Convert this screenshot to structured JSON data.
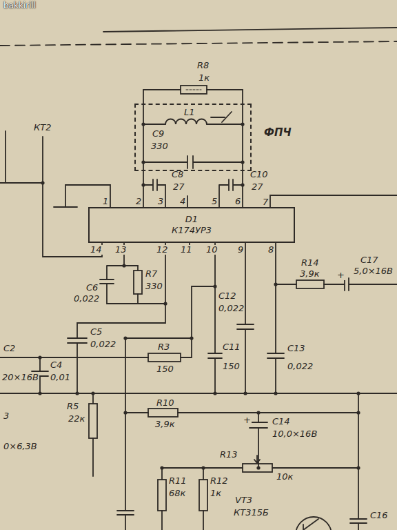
{
  "diagram": {
    "nodes": [
      {
        "text": [
          "ФПЧ"
        ]
      },
      {
        "text": [
          "D1",
          "К174УР3"
        ]
      }
    ],
    "labels": [
      "bakkirill",
      "КТ2",
      "R8",
      "1к",
      "L1",
      "С9",
      "330",
      "С8",
      "27",
      "С10",
      "27",
      "1",
      "2",
      "3",
      "4",
      "5",
      "6",
      "7",
      "14",
      "13",
      "12",
      "11",
      "10",
      "9",
      "8",
      "С6",
      "0,022",
      "R7",
      "330",
      "С12",
      "0,022",
      "R14",
      "3,9к",
      "С17",
      "5,0×16В",
      "+",
      "С5",
      "0,022",
      "С2",
      "20×16В",
      "С4",
      "0,01",
      "R3",
      "150",
      "С11",
      "150",
      "С13",
      "0,022",
      "R5",
      "22к",
      "3",
      "0×6,3В",
      "R10",
      "3,9к",
      "С14",
      "10,0×16В",
      "+",
      "R13",
      "10к",
      "R11",
      "68к",
      "R12",
      "1к",
      "VT3",
      "КТ315Б",
      "С16"
    ]
  }
}
